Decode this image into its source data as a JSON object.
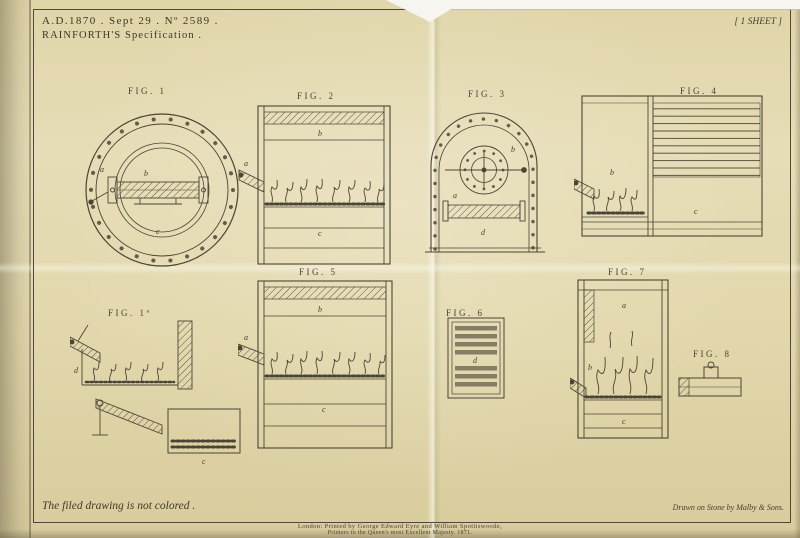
{
  "document": {
    "header": {
      "date_line": "A.D.1870 . Sept 29 . Nº 2589 .",
      "title_line": "RAINFORTH'S Specification .",
      "sheet_label": "[ 1 SHEET ]"
    },
    "figures": [
      {
        "label": "FIG. 1",
        "letters": [
          "a",
          "b",
          "c"
        ]
      },
      {
        "label": "FIG. 2",
        "letters": [
          "a",
          "b",
          "c"
        ]
      },
      {
        "label": "FIG. 3",
        "letters": [
          "a",
          "b",
          "d"
        ]
      },
      {
        "label": "FIG. 4",
        "letters": [
          "b",
          "c"
        ]
      },
      {
        "label": "FIG. 1ª",
        "letters": [
          "d",
          "c"
        ]
      },
      {
        "label": "FIG. 5",
        "letters": [
          "a",
          "b",
          "c"
        ]
      },
      {
        "label": "FIG. 6",
        "letters": [
          "d"
        ]
      },
      {
        "label": "FIG. 7",
        "letters": [
          "a",
          "b",
          "c"
        ]
      },
      {
        "label": "FIG. 8",
        "letters": []
      }
    ],
    "footer": {
      "left_note": "The filed drawing is not colored .",
      "right_note": "Drawn on Stone by Malby & Sons.",
      "imprint_line1": "London: Printed by George Edward Eyre and William Spottiswoode,",
      "imprint_line2": "Printers to the Queen's most Excellent Majesty. 1871."
    },
    "colors": {
      "paper": "#e3d8ab",
      "ink": "#4b4535"
    }
  }
}
